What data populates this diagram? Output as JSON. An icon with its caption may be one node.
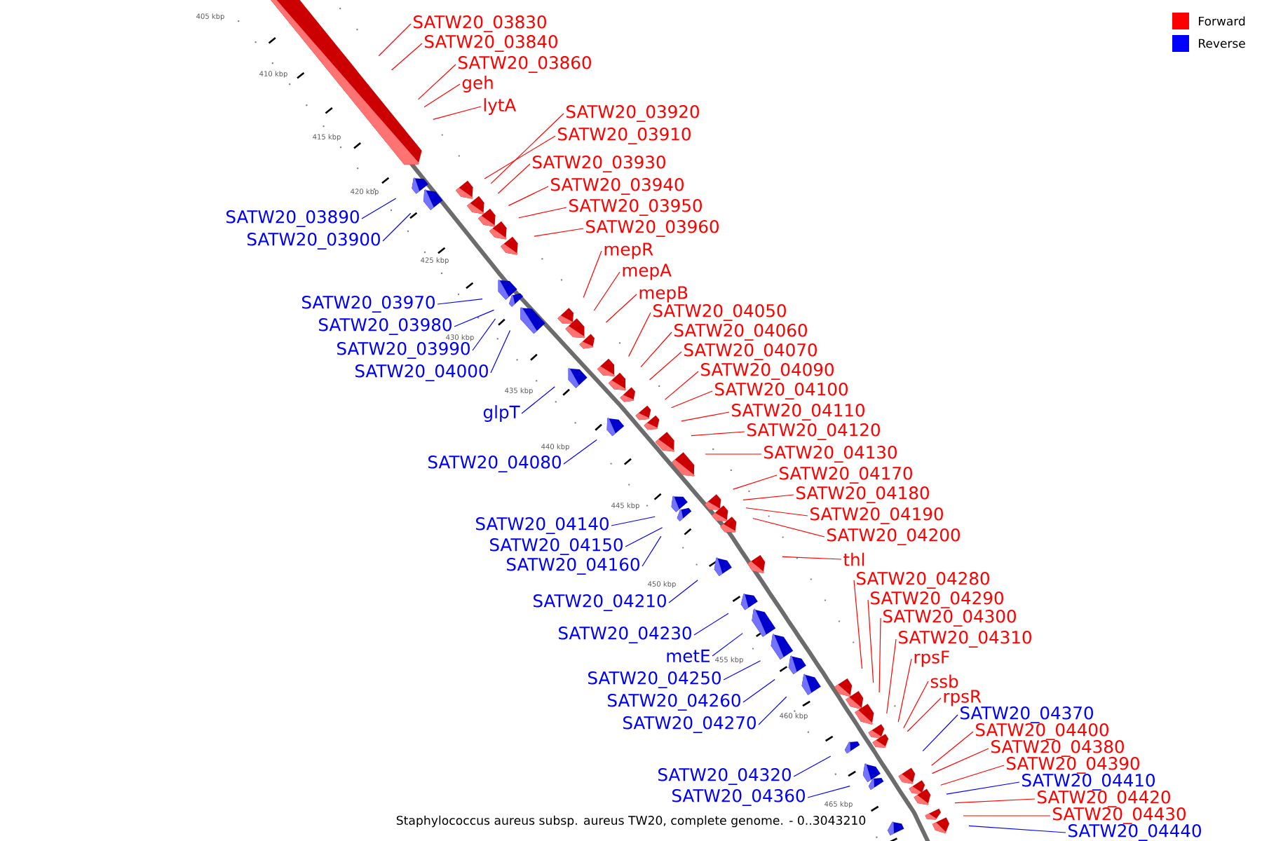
{
  "diagram": {
    "caption": "Staphylococcus aureus subsp. aureus TW20, complete genome. - 0..3043210",
    "nodes": [
      {
        "text": [
          "SATW20_03830"
        ]
      },
      {
        "text": [
          "SATW20_03840"
        ]
      },
      {
        "text": [
          "SATW20_03860"
        ]
      },
      {
        "text": [
          "geh"
        ]
      },
      {
        "text": [
          "lytA"
        ]
      },
      {
        "text": [
          "SATW20_03920"
        ]
      },
      {
        "text": [
          "SATW20_03910"
        ]
      },
      {
        "text": [
          "SATW20_03930"
        ]
      },
      {
        "text": [
          "SATW20_03940"
        ]
      },
      {
        "text": [
          "SATW20_03950"
        ]
      },
      {
        "text": [
          "SATW20_03890"
        ]
      },
      {
        "text": [
          "SATW20_03960"
        ]
      },
      {
        "text": [
          "SATW20_03900"
        ]
      },
      {
        "text": [
          "mepR"
        ]
      },
      {
        "text": [
          "mepA"
        ]
      },
      {
        "text": [
          "mepB"
        ]
      },
      {
        "text": [
          "SATW20_03970"
        ]
      },
      {
        "text": [
          "SATW20_04050"
        ]
      },
      {
        "text": [
          "SATW20_03980"
        ]
      },
      {
        "text": [
          "SATW20_04060"
        ]
      },
      {
        "text": [
          "SATW20_03990"
        ]
      },
      {
        "text": [
          "SATW20_04070"
        ]
      },
      {
        "text": [
          "SATW20_04090"
        ]
      },
      {
        "text": [
          "SATW20_04000"
        ]
      },
      {
        "text": [
          "SATW20_04100"
        ]
      },
      {
        "text": [
          "SATW20_04110"
        ]
      },
      {
        "text": [
          "glpT"
        ]
      },
      {
        "text": [
          "SATW20_04120"
        ]
      },
      {
        "text": [
          "SATW20_04130"
        ]
      },
      {
        "text": [
          "SATW20_04080"
        ]
      },
      {
        "text": [
          "SATW20_04170"
        ]
      },
      {
        "text": [
          "SATW20_04180"
        ]
      },
      {
        "text": [
          "SATW20_04190"
        ]
      },
      {
        "text": [
          "SATW20_04140"
        ]
      },
      {
        "text": [
          "SATW20_04200"
        ]
      },
      {
        "text": [
          "SATW20_04150"
        ]
      },
      {
        "text": [
          "thl"
        ]
      },
      {
        "text": [
          "SATW20_04160"
        ]
      },
      {
        "text": [
          "SATW20_04280"
        ]
      },
      {
        "text": [
          "SATW20_04290"
        ]
      },
      {
        "text": [
          "SATW20_04210"
        ]
      },
      {
        "text": [
          "SATW20_04300"
        ]
      },
      {
        "text": [
          "SATW20_04230"
        ]
      },
      {
        "text": [
          "SATW20_04310"
        ]
      },
      {
        "text": [
          "metE"
        ]
      },
      {
        "text": [
          "rpsF"
        ]
      },
      {
        "text": [
          "SATW20_04250"
        ]
      },
      {
        "text": [
          "ssb"
        ]
      },
      {
        "text": [
          "SATW20_04400"
        ]
      },
      {
        "text": [
          "SATW20_04260"
        ]
      },
      {
        "text": [
          "rpsR"
        ]
      },
      {
        "text": [
          "SATW20_04380"
        ]
      },
      {
        "text": [
          "SATW20_04370"
        ]
      },
      {
        "text": [
          "SATW20_04270"
        ]
      },
      {
        "text": [
          "SATW20_04390"
        ]
      },
      {
        "text": [
          "SATW20_04410"
        ]
      },
      {
        "text": [
          "SATW20_04320"
        ]
      },
      {
        "text": [
          "SATW20_04420"
        ]
      },
      {
        "text": [
          "SATW20_04360"
        ]
      },
      {
        "text": [
          "SATW20_04430"
        ]
      },
      {
        "text": [
          "SATW20_04440"
        ]
      }
    ],
    "edges": [
      {
        "from": 0,
        "to": null,
        "arrow": "none"
      },
      {
        "from": 1,
        "to": null,
        "arrow": "none"
      },
      {
        "from": 2,
        "to": null,
        "arrow": "none"
      },
      {
        "from": 3,
        "to": null,
        "arrow": "none"
      },
      {
        "from": 4,
        "to": null,
        "arrow": "none"
      },
      {
        "from": 5,
        "to": null,
        "arrow": "none"
      },
      {
        "from": 6,
        "to": null,
        "arrow": "none"
      },
      {
        "from": 7,
        "to": null,
        "arrow": "none"
      },
      {
        "from": 8,
        "to": null,
        "arrow": "none"
      },
      {
        "from": 9,
        "to": null,
        "arrow": "none"
      },
      {
        "from": 10,
        "to": null,
        "arrow": "none",
        "color": "#0000ff"
      },
      {
        "from": 11,
        "to": null,
        "arrow": "none"
      },
      {
        "from": 12,
        "to": null,
        "arrow": "none",
        "color": "#0000ff"
      },
      {
        "from": 13,
        "to": null,
        "arrow": "none"
      },
      {
        "from": 14,
        "to": null,
        "arrow": "none"
      },
      {
        "from": 15,
        "to": null,
        "arrow": "none"
      },
      {
        "from": 16,
        "to": null,
        "arrow": "none",
        "color": "#0000ff"
      },
      {
        "from": 17,
        "to": null,
        "arrow": "none"
      },
      {
        "from": 18,
        "to": null,
        "arrow": "none",
        "color": "#0000ff"
      },
      {
        "from": 19,
        "to": null,
        "arrow": "none"
      },
      {
        "from": 20,
        "to": null,
        "arrow": "none",
        "color": "#0000ff"
      },
      {
        "from": 21,
        "to": null,
        "arrow": "none"
      },
      {
        "from": 22,
        "to": null,
        "arrow": "none"
      },
      {
        "from": 23,
        "to": null,
        "arrow": "none",
        "color": "#0000ff"
      },
      {
        "from": 24,
        "to": null,
        "arrow": "none"
      },
      {
        "from": 25,
        "to": null,
        "arrow": "none"
      },
      {
        "from": 26,
        "to": null,
        "arrow": "none",
        "color": "#0000ff"
      },
      {
        "from": 27,
        "to": null,
        "arrow": "none"
      },
      {
        "from": 28,
        "to": null,
        "arrow": "none"
      },
      {
        "from": 29,
        "to": null,
        "arrow": "none",
        "color": "#0000ff"
      },
      {
        "from": 30,
        "to": null,
        "arrow": "none"
      },
      {
        "from": 31,
        "to": null,
        "arrow": "none"
      },
      {
        "from": 32,
        "to": null,
        "arrow": "none"
      },
      {
        "from": 33,
        "to": null,
        "arrow": "none",
        "color": "#0000ff"
      },
      {
        "from": 34,
        "to": null,
        "arrow": "none"
      },
      {
        "from": 35,
        "to": null,
        "arrow": "none",
        "color": "#0000ff"
      },
      {
        "from": 36,
        "to": null,
        "arrow": "none"
      },
      {
        "from": 37,
        "to": null,
        "arrow": "none",
        "color": "#0000ff"
      },
      {
        "from": 38,
        "to": null,
        "arrow": "none"
      },
      {
        "from": 39,
        "to": null,
        "arrow": "none"
      },
      {
        "from": 40,
        "to": null,
        "arrow": "none",
        "color": "#0000ff"
      },
      {
        "from": 41,
        "to": null,
        "arrow": "none"
      },
      {
        "from": 42,
        "to": null,
        "arrow": "none",
        "color": "#0000ff"
      },
      {
        "from": 43,
        "to": null,
        "arrow": "none"
      },
      {
        "from": 44,
        "to": null,
        "arrow": "none",
        "color": "#0000ff"
      },
      {
        "from": 45,
        "to": null,
        "arrow": "none"
      },
      {
        "from": 46,
        "to": null,
        "arrow": "none",
        "color": "#0000ff"
      },
      {
        "from": 47,
        "to": null,
        "arrow": "none"
      },
      {
        "from": 48,
        "to": null,
        "arrow": "none"
      },
      {
        "from": 49,
        "to": null,
        "arrow": "none",
        "color": "#0000ff"
      },
      {
        "from": 50,
        "to": null,
        "arrow": "none"
      },
      {
        "from": 51,
        "to": null,
        "arrow": "none"
      },
      {
        "from": 52,
        "to": null,
        "arrow": "none",
        "color": "#0000ff"
      },
      {
        "from": 53,
        "to": null,
        "arrow": "none",
        "color": "#0000ff"
      },
      {
        "from": 54,
        "to": null,
        "arrow": "none"
      },
      {
        "from": 55,
        "to": null,
        "arrow": "none",
        "color": "#0000ff"
      },
      {
        "from": 56,
        "to": null,
        "arrow": "none",
        "color": "#0000ff"
      },
      {
        "from": 57,
        "to": null,
        "arrow": "none"
      },
      {
        "from": 58,
        "to": null,
        "arrow": "none",
        "color": "#0000ff"
      },
      {
        "from": 59,
        "to": null,
        "arrow": "none"
      },
      {
        "from": 60,
        "to": null,
        "arrow": "none",
        "color": "#0000ff"
      }
    ],
    "labels": [
      "405 kbp",
      "410 kbp",
      "415 kbp",
      "420 kbp",
      "425 kbp",
      "430 kbp",
      "435 kbp",
      "440 kbp",
      "445 kbp",
      "450 kbp",
      "455 kbp",
      "460 kbp",
      "465 kbp"
    ],
    "legend": [
      {
        "text": "Forward",
        "color": "#ff0000"
      },
      {
        "text": "Reverse",
        "color": "#0000ff"
      }
    ]
  }
}
